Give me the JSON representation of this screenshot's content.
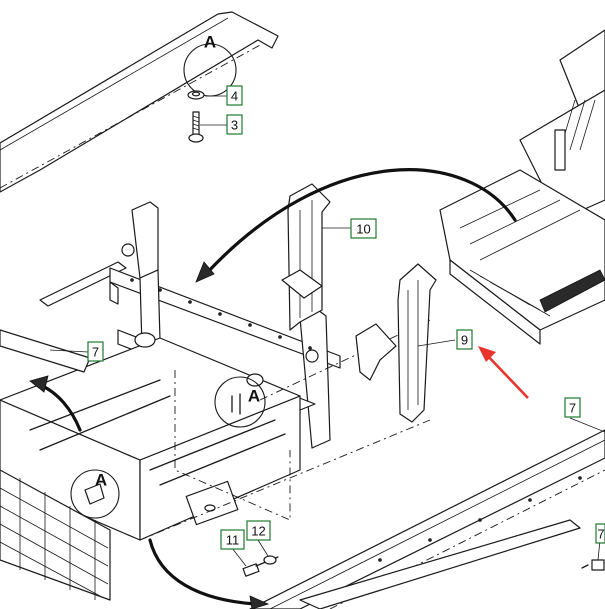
{
  "callouts": [
    {
      "id": "c4",
      "label": "4"
    },
    {
      "id": "c3",
      "label": "3"
    },
    {
      "id": "c10",
      "label": "10"
    },
    {
      "id": "c7a",
      "label": "7"
    },
    {
      "id": "c9",
      "label": "9"
    },
    {
      "id": "c7b",
      "label": "7"
    },
    {
      "id": "c11",
      "label": "11"
    },
    {
      "id": "c12",
      "label": "12"
    },
    {
      "id": "c7c",
      "label": "7"
    }
  ],
  "detail_labels": [
    {
      "id": "dA1",
      "label": "A"
    },
    {
      "id": "dA2",
      "label": "A"
    },
    {
      "id": "dA3",
      "label": "A"
    }
  ],
  "colors": {
    "callout_border": "#1f7a2e",
    "highlight_arrow": "#e8342c",
    "line": "#1a1a1a"
  }
}
